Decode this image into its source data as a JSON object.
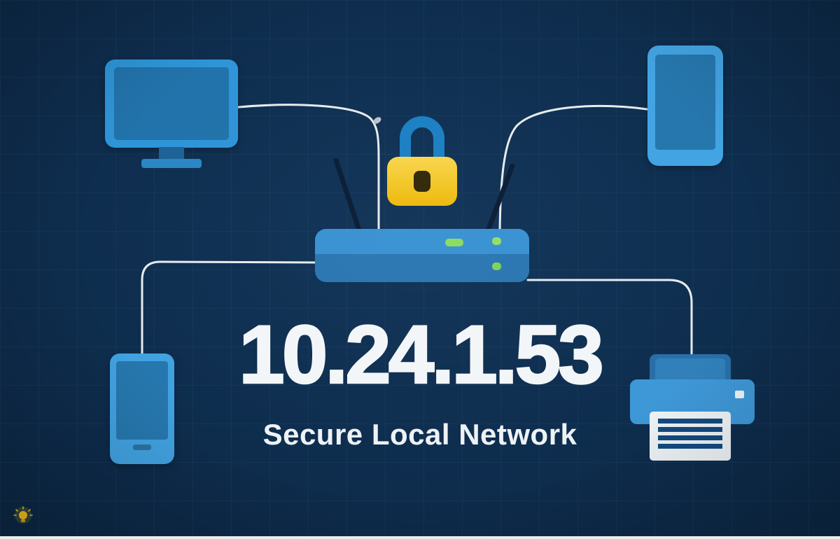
{
  "diagram": {
    "ip_address": "10.24.1.53",
    "subtitle": "Secure Local Network",
    "icons": [
      "monitor-icon",
      "tablet-icon",
      "phone-icon",
      "printer-icon",
      "router-icon",
      "padlock-icon",
      "lightbulb-icon"
    ],
    "router": {
      "led_count": 3
    },
    "colors": {
      "background": "#0d2a49",
      "device_blue": "#41a2e0",
      "screen_blue": "#2677ae",
      "router_blue": "#3a92d2",
      "lock_yellow": "#f5c51d",
      "lock_shackle_blue": "#1b80c4",
      "led_green": "#86d95e",
      "connector_white": "#f2f5f7",
      "text_white": "#f3f6f8"
    }
  }
}
